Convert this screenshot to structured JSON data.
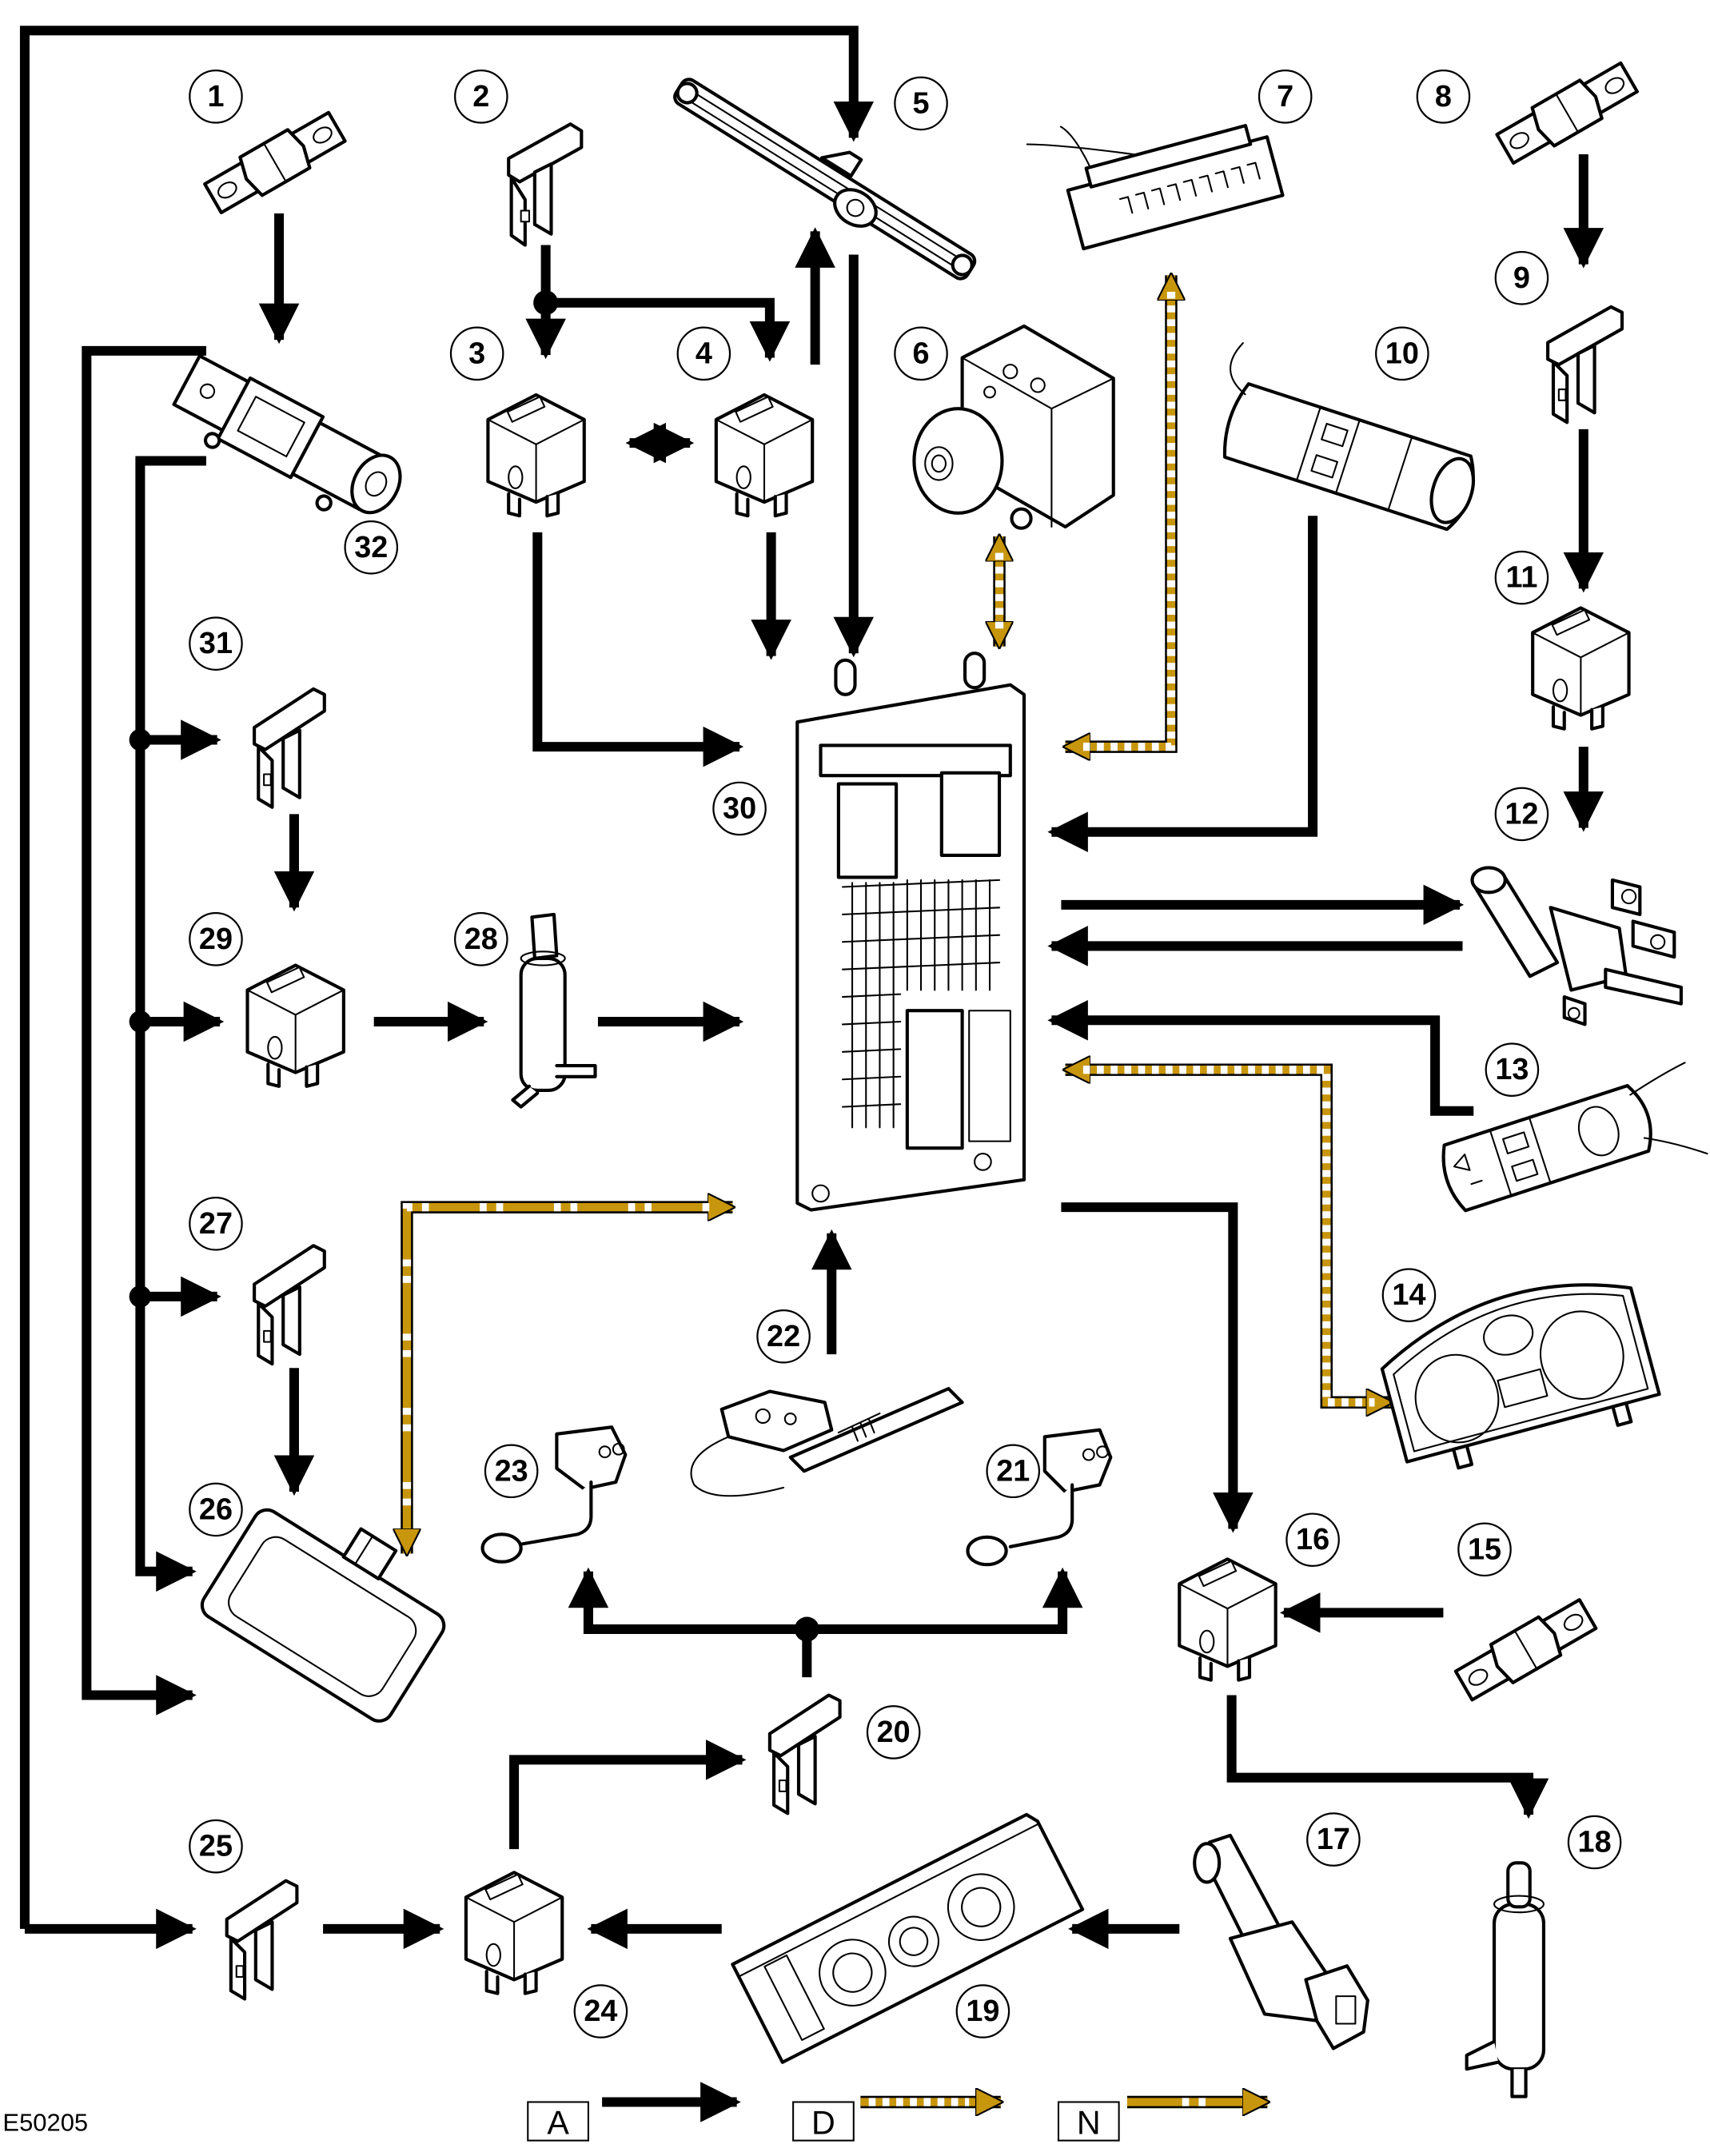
{
  "figure": {
    "id": "E50205",
    "type": "Wiper and washer system control diagram",
    "colors": {
      "hardwired": "#000000",
      "bus": "#C8960C",
      "background": "#FFFFFF"
    }
  },
  "components": [
    {
      "num": "1",
      "kind": "megafuse"
    },
    {
      "num": "2",
      "kind": "fuse"
    },
    {
      "num": "3",
      "kind": "relay"
    },
    {
      "num": "4",
      "kind": "relay"
    },
    {
      "num": "5",
      "kind": "wiper-motor-linkage"
    },
    {
      "num": "6",
      "kind": "abs-module"
    },
    {
      "num": "7",
      "kind": "diagnostic-connector"
    },
    {
      "num": "8",
      "kind": "megafuse"
    },
    {
      "num": "9",
      "kind": "fuse"
    },
    {
      "num": "10",
      "kind": "wiper-switch"
    },
    {
      "num": "11",
      "kind": "relay"
    },
    {
      "num": "12",
      "kind": "rear-wiper-motor"
    },
    {
      "num": "13",
      "kind": "lighting-switch"
    },
    {
      "num": "14",
      "kind": "instrument-cluster"
    },
    {
      "num": "15",
      "kind": "megafuse"
    },
    {
      "num": "16",
      "kind": "relay"
    },
    {
      "num": "17",
      "kind": "sensor"
    },
    {
      "num": "18",
      "kind": "washer-pump"
    },
    {
      "num": "19",
      "kind": "climate-control-panel"
    },
    {
      "num": "20",
      "kind": "fuse"
    },
    {
      "num": "21",
      "kind": "heated-washer-jet"
    },
    {
      "num": "22",
      "kind": "tailgate-latch"
    },
    {
      "num": "23",
      "kind": "heated-washer-jet"
    },
    {
      "num": "24",
      "kind": "relay"
    },
    {
      "num": "25",
      "kind": "fuse"
    },
    {
      "num": "26",
      "kind": "rain-sensor-module"
    },
    {
      "num": "27",
      "kind": "fuse"
    },
    {
      "num": "28",
      "kind": "washer-pump"
    },
    {
      "num": "29",
      "kind": "relay"
    },
    {
      "num": "30",
      "kind": "central-junction-box"
    },
    {
      "num": "31",
      "kind": "fuse"
    },
    {
      "num": "32",
      "kind": "ignition-switch"
    }
  ],
  "connections": [
    {
      "from": "1",
      "to": "32",
      "type": "A"
    },
    {
      "from": "2",
      "to": "3",
      "type": "A"
    },
    {
      "from": "2",
      "to": "4",
      "type": "A"
    },
    {
      "from": "3",
      "to": "4",
      "type": "A",
      "bidirectional": true
    },
    {
      "from": "4",
      "to": "5",
      "type": "A"
    },
    {
      "from": "5",
      "to": "30",
      "type": "A"
    },
    {
      "from": "3",
      "to": "30",
      "type": "A"
    },
    {
      "from": "4",
      "to": "30",
      "type": "A"
    },
    {
      "from": "6",
      "to": "30",
      "type": "D",
      "bidirectional": true
    },
    {
      "from": "7",
      "to": "30",
      "type": "D",
      "bidirectional": true
    },
    {
      "from": "8",
      "to": "9",
      "type": "A"
    },
    {
      "from": "9",
      "to": "11",
      "type": "A"
    },
    {
      "from": "11",
      "to": "12",
      "type": "A"
    },
    {
      "from": "10",
      "to": "30",
      "type": "A"
    },
    {
      "from": "30",
      "to": "12",
      "type": "A"
    },
    {
      "from": "12",
      "to": "30",
      "type": "A"
    },
    {
      "from": "13",
      "to": "30",
      "type": "A"
    },
    {
      "from": "30",
      "to": "14",
      "type": "D",
      "bidirectional": true
    },
    {
      "from": "30",
      "to": "16",
      "type": "A"
    },
    {
      "from": "15",
      "to": "16",
      "type": "A"
    },
    {
      "from": "16",
      "to": "18",
      "type": "A"
    },
    {
      "from": "17",
      "to": "19",
      "type": "A"
    },
    {
      "from": "19",
      "to": "24",
      "type": "A"
    },
    {
      "from": "25",
      "to": "24",
      "type": "A"
    },
    {
      "from": "24",
      "to": "20",
      "type": "A"
    },
    {
      "from": "20",
      "to": "21",
      "type": "A"
    },
    {
      "from": "20",
      "to": "23",
      "type": "A"
    },
    {
      "from": "22",
      "to": "30",
      "type": "A"
    },
    {
      "from": "26",
      "to": "30",
      "type": "N",
      "bidirectional": true
    },
    {
      "from": "32",
      "to": "31",
      "type": "A"
    },
    {
      "from": "32",
      "to": "29",
      "type": "A"
    },
    {
      "from": "32",
      "to": "27",
      "type": "A"
    },
    {
      "from": "32",
      "to": "26",
      "type": "A"
    },
    {
      "from": "31",
      "to": "29",
      "type": "A"
    },
    {
      "from": "29",
      "to": "28",
      "type": "A"
    },
    {
      "from": "28",
      "to": "30",
      "type": "A"
    },
    {
      "from": "27",
      "to": "26",
      "type": "A"
    },
    {
      "from": "battery-feed",
      "to": "5",
      "type": "A"
    },
    {
      "from": "battery-feed",
      "to": "25",
      "type": "A"
    }
  ],
  "legend": [
    {
      "key": "A",
      "style": "hardwired"
    },
    {
      "key": "D",
      "style": "high-speed-can-bus"
    },
    {
      "key": "N",
      "style": "medium-speed-can-bus"
    }
  ]
}
